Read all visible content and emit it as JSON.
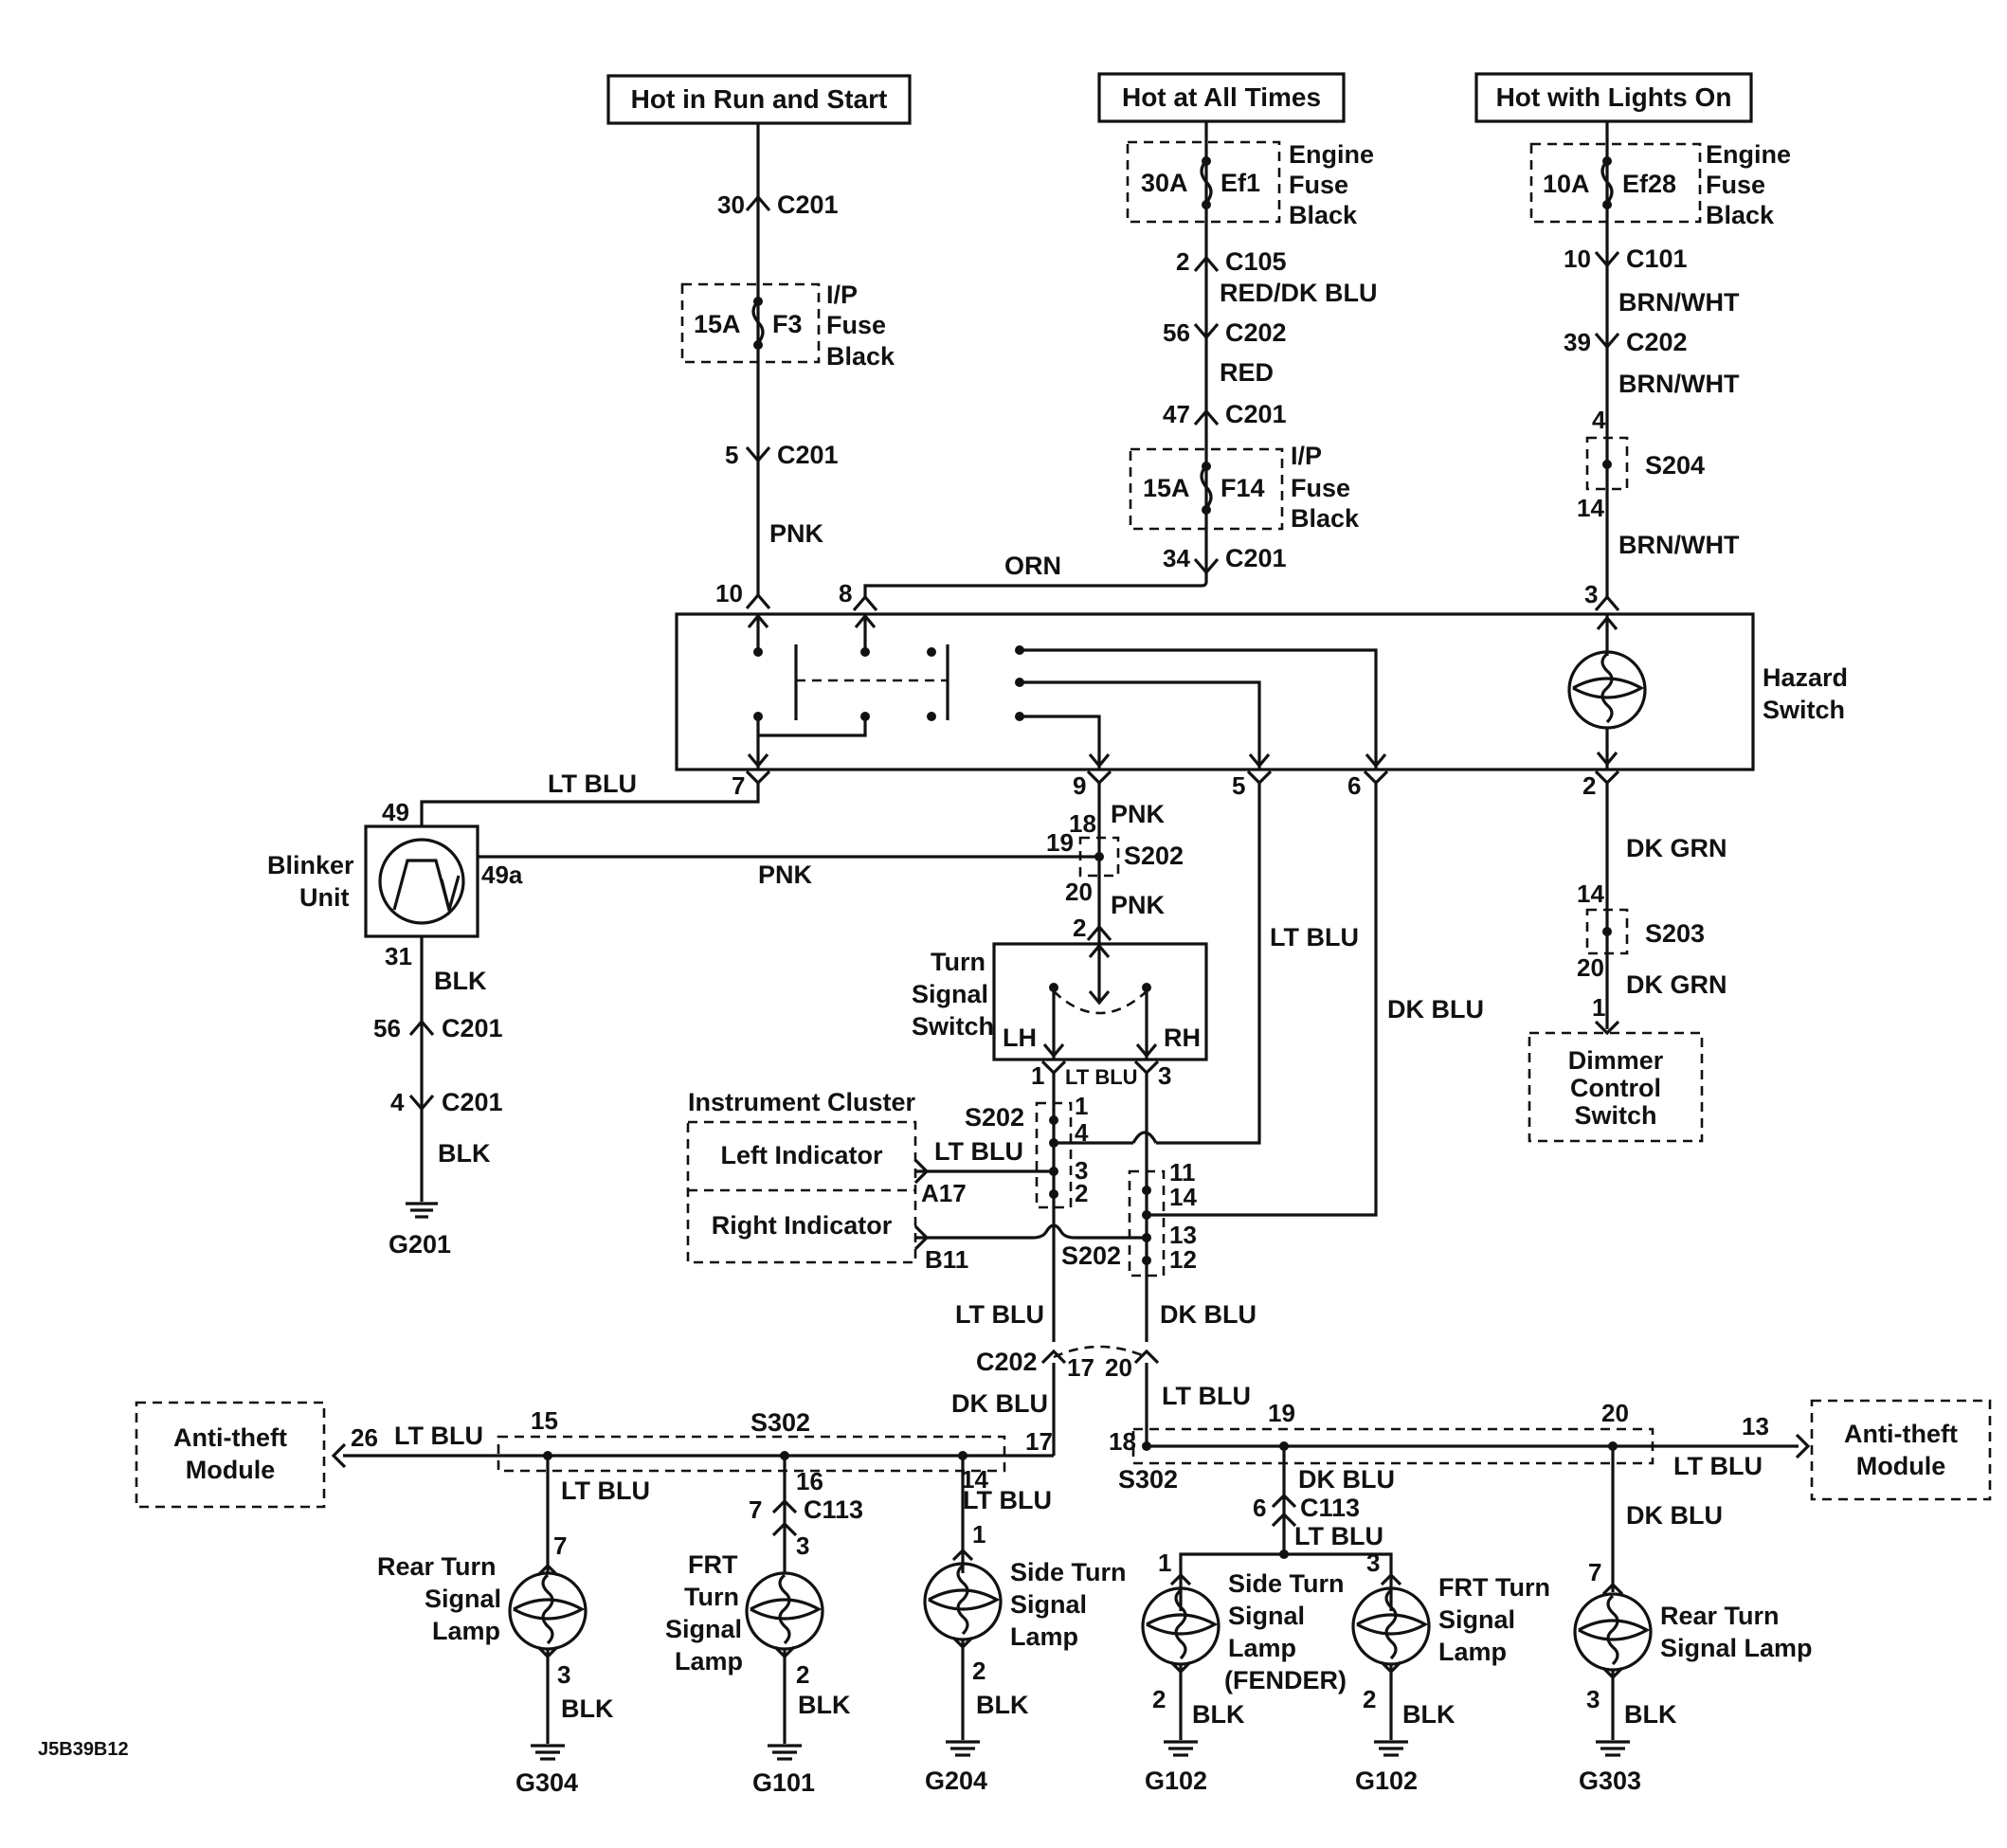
{
  "sources": {
    "run_start": "Hot in Run and Start",
    "all_times": "Hot at All Times",
    "lights_on": "Hot with Lights On"
  },
  "fuses": {
    "ef1": {
      "rating": "30A",
      "id": "Ef1",
      "l1": "Engine",
      "l2": "Fuse",
      "l3": "Black"
    },
    "ef28": {
      "rating": "10A",
      "id": "Ef28",
      "l1": "Engine",
      "l2": "Fuse",
      "l3": "Black"
    },
    "f3": {
      "rating": "15A",
      "id": "F3",
      "l1": "I/P",
      "l2": "Fuse",
      "l3": "Black"
    },
    "f14": {
      "rating": "15A",
      "id": "F14",
      "l1": "I/P",
      "l2": "Fuse",
      "l3": "Black"
    }
  },
  "components": {
    "hazard_l1": "Hazard",
    "hazard_l2": "Switch",
    "blinker_l1": "Blinker",
    "blinker_l2": "Unit",
    "turn_l1": "Turn",
    "turn_l2": "Signal",
    "turn_l3": "Switch",
    "lh": "LH",
    "rh": "RH",
    "cluster": "Instrument Cluster",
    "left_ind": "Left Indicator",
    "right_ind": "Right Indicator",
    "dimmer_l1": "Dimmer",
    "dimmer_l2": "Control",
    "dimmer_l3": "Switch",
    "antitheft_l1": "Anti-theft",
    "antitheft_l2": "Module",
    "rear_lamp_l1": "Rear Turn",
    "rear_lamp_l2": "Signal",
    "rear_lamp_l3": "Lamp",
    "frt_l1": "FRT",
    "frt_l2": "Turn",
    "frt_l3": "Signal",
    "frt_l4": "Lamp",
    "side_l1": "Side Turn",
    "side_l2": "Signal",
    "side_l3": "Lamp",
    "sidef_l1": "Side Turn",
    "sidef_l2": "Signal",
    "sidef_l3": "Lamp",
    "sidef_l4": "(FENDER)",
    "frtr_l1": "FRT Turn",
    "frtr_l2": "Signal",
    "frtr_l3": "Lamp",
    "rearr_l1": "Rear Turn",
    "rearr_l2": "Signal Lamp"
  },
  "wires": {
    "pnk": "PNK",
    "orn": "ORN",
    "red_dkblu": "RED/DK BLU",
    "red": "RED",
    "brnwht": "BRN/WHT",
    "ltblu": "LT BLU",
    "dkblu": "DK BLU",
    "dkgrn": "DK GRN",
    "blk": "BLK"
  },
  "connectors": {
    "c201": "C201",
    "c105": "C105",
    "c202": "C202",
    "c101": "C101",
    "c113": "C113",
    "s204": "S204",
    "s202": "S202",
    "s203": "S203",
    "s302": "S302"
  },
  "grounds": {
    "g201": "G201",
    "g304": "G304",
    "g101": "G101",
    "g204": "G204",
    "g102": "G102",
    "g303": "G303"
  },
  "pins": {
    "p30": "30",
    "p5": "5",
    "p10": "10",
    "p8": "8",
    "p2": "2",
    "p56": "56",
    "p47": "47",
    "p34": "34",
    "p39": "39",
    "p4": "4",
    "p14": "14",
    "p3": "3",
    "p7": "7",
    "p9": "9",
    "p6": "6",
    "p49": "49",
    "p49a": "49a",
    "p31": "31",
    "p18": "18",
    "p19": "19",
    "p20": "20",
    "p1": "1",
    "p11": "11",
    "p13": "13",
    "p12": "12",
    "a17": "A17",
    "b11": "B11",
    "p17": "17",
    "p26": "26",
    "p15": "15",
    "p16": "16"
  },
  "diagram_id": "J5B39B12",
  "lt_blu_small": "LT BLU"
}
